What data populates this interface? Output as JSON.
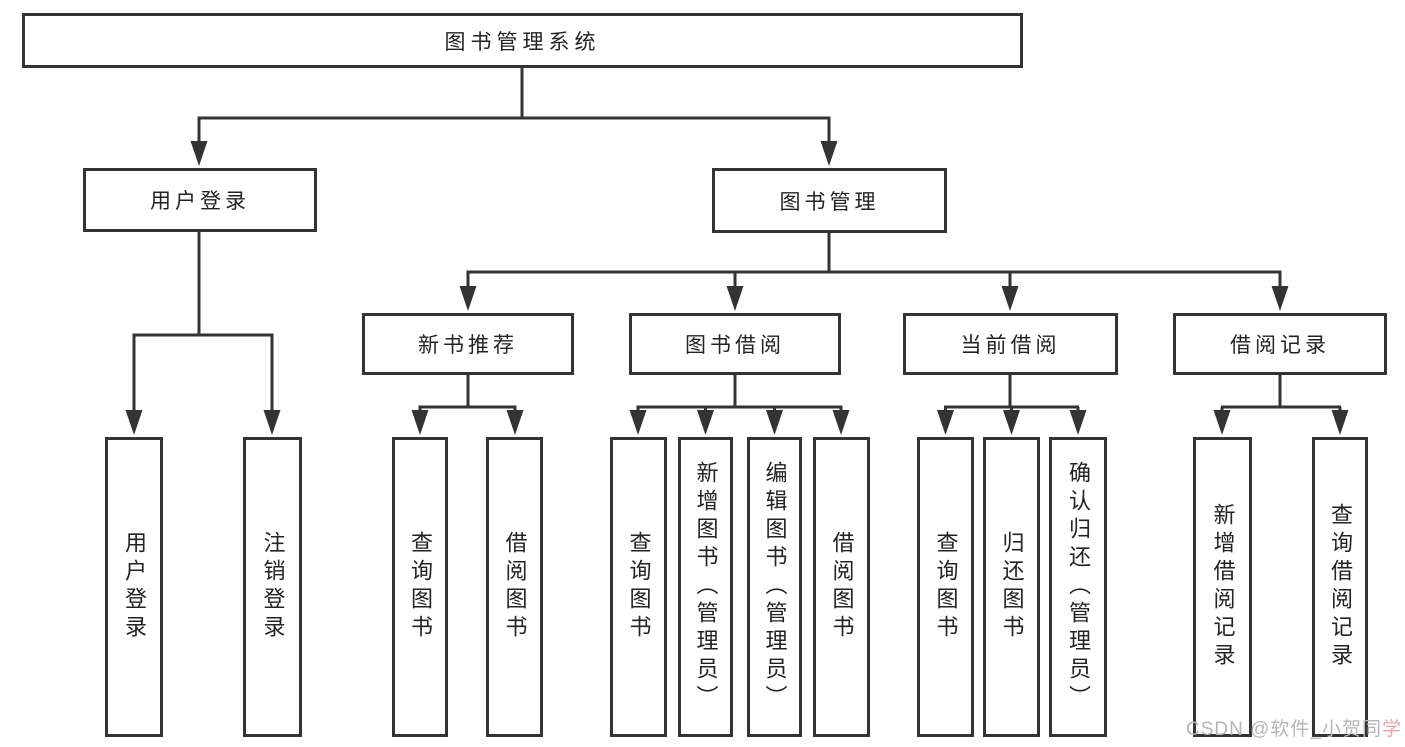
{
  "tree": {
    "label": "图书管理系统",
    "children": [
      {
        "label": "用户登录",
        "children": [
          {
            "label": "用户登录"
          },
          {
            "label": "注销登录"
          }
        ]
      },
      {
        "label": "图书管理",
        "children": [
          {
            "label": "新书推荐",
            "children": [
              {
                "label": "查询图书"
              },
              {
                "label": "借阅图书"
              }
            ]
          },
          {
            "label": "图书借阅",
            "children": [
              {
                "label": "查询图书"
              },
              {
                "label": "新增图书（管理员）"
              },
              {
                "label": "编辑图书（管理员）"
              },
              {
                "label": "借阅图书"
              }
            ]
          },
          {
            "label": "当前借阅",
            "children": [
              {
                "label": "查询图书"
              },
              {
                "label": "归还图书"
              },
              {
                "label": "确认归还（管理员）"
              }
            ]
          },
          {
            "label": "借阅记录",
            "children": [
              {
                "label": "新增借阅记录"
              },
              {
                "label": "查询借阅记录"
              }
            ]
          }
        ]
      }
    ]
  },
  "watermark": {
    "prefix": "CSDN @软件_小贺同",
    "suffix": "学"
  },
  "colors": {
    "line": "#333333",
    "text": "#232323",
    "background": "#ffffff",
    "watermark": "#b6b6b6",
    "watermark_accent": "#e9a4a9"
  }
}
